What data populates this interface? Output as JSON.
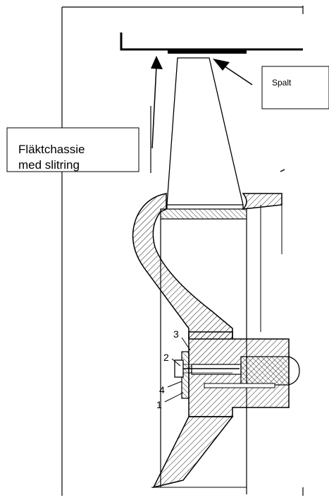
{
  "labels": {
    "gap": "Spalt",
    "chassis_line1": "Fläktchassie",
    "chassis_line2": "med slitring"
  },
  "part_numbers": [
    "1",
    "2",
    "3",
    "4"
  ],
  "colors": {
    "ink": "#000000",
    "paper": "#ffffff"
  }
}
